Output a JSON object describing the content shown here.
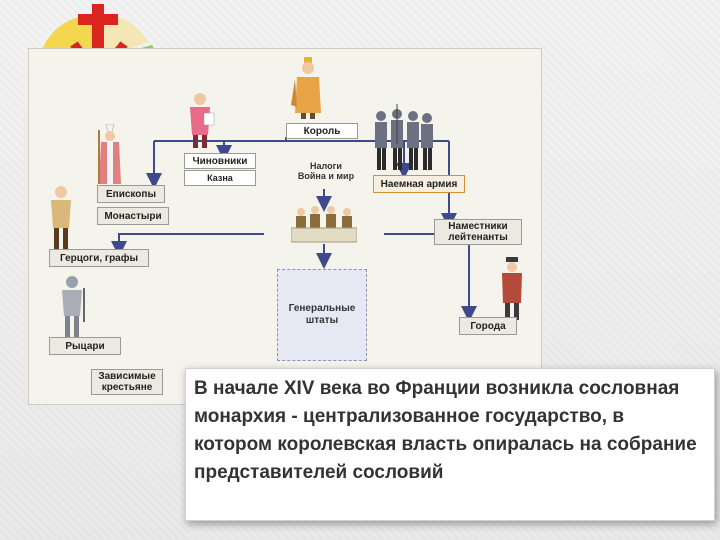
{
  "diagram": {
    "king": "Король",
    "officials": "Чиновники",
    "treasury": "Казна",
    "taxes": "Налоги\nВойна и мир",
    "mercenary_army": "Наемная армия",
    "bishops": "Епископы",
    "monasteries": "Монастыри",
    "dukes_counts": "Герцоги, графы",
    "knights": "Рыцари",
    "dependent_peasants": "Зависимые\nкрестьяне",
    "governors": "Наместники\nлейтенанты",
    "cities": "Города",
    "estates_general": "Генеральные\nштаты"
  },
  "caption": {
    "text": "В начале XIV века во Франции возникла сословная монархия - централизованное государство, в котором королевская власть опиралась на собрание представителей сословий"
  },
  "colors": {
    "arrow": "#3f4a8c",
    "logo_red": "#d9251d",
    "logo_yellow": "#f2d232",
    "logo_green": "#8cc43f",
    "logo_orange": "#f28c2a"
  }
}
